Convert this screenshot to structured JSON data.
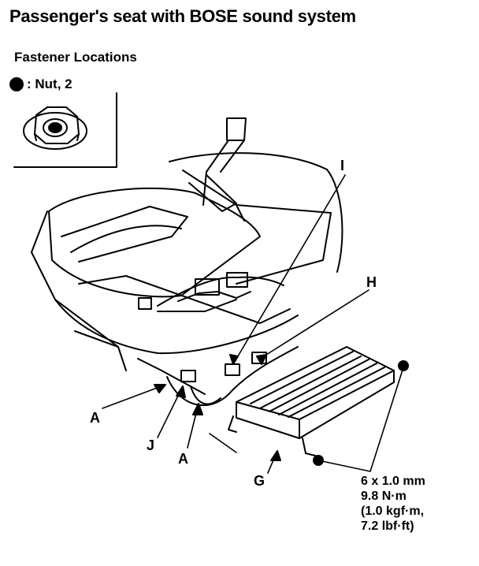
{
  "title": "Passenger's seat with BOSE sound system",
  "subtitle": "Fastener Locations",
  "legend": {
    "icon": "nut-icon",
    "text": ": Nut, 2"
  },
  "callouts": {
    "I": "I",
    "H": "H",
    "A_upper": "A",
    "A_lower": "A",
    "J": "J",
    "G": "G"
  },
  "torque_spec": {
    "size": "6 x 1.0 mm",
    "torque_nm": "9.8 N·m",
    "torque_kgfm": "(1.0 kgf·m,",
    "torque_lbfft": "7.2 lbf·ft)"
  }
}
